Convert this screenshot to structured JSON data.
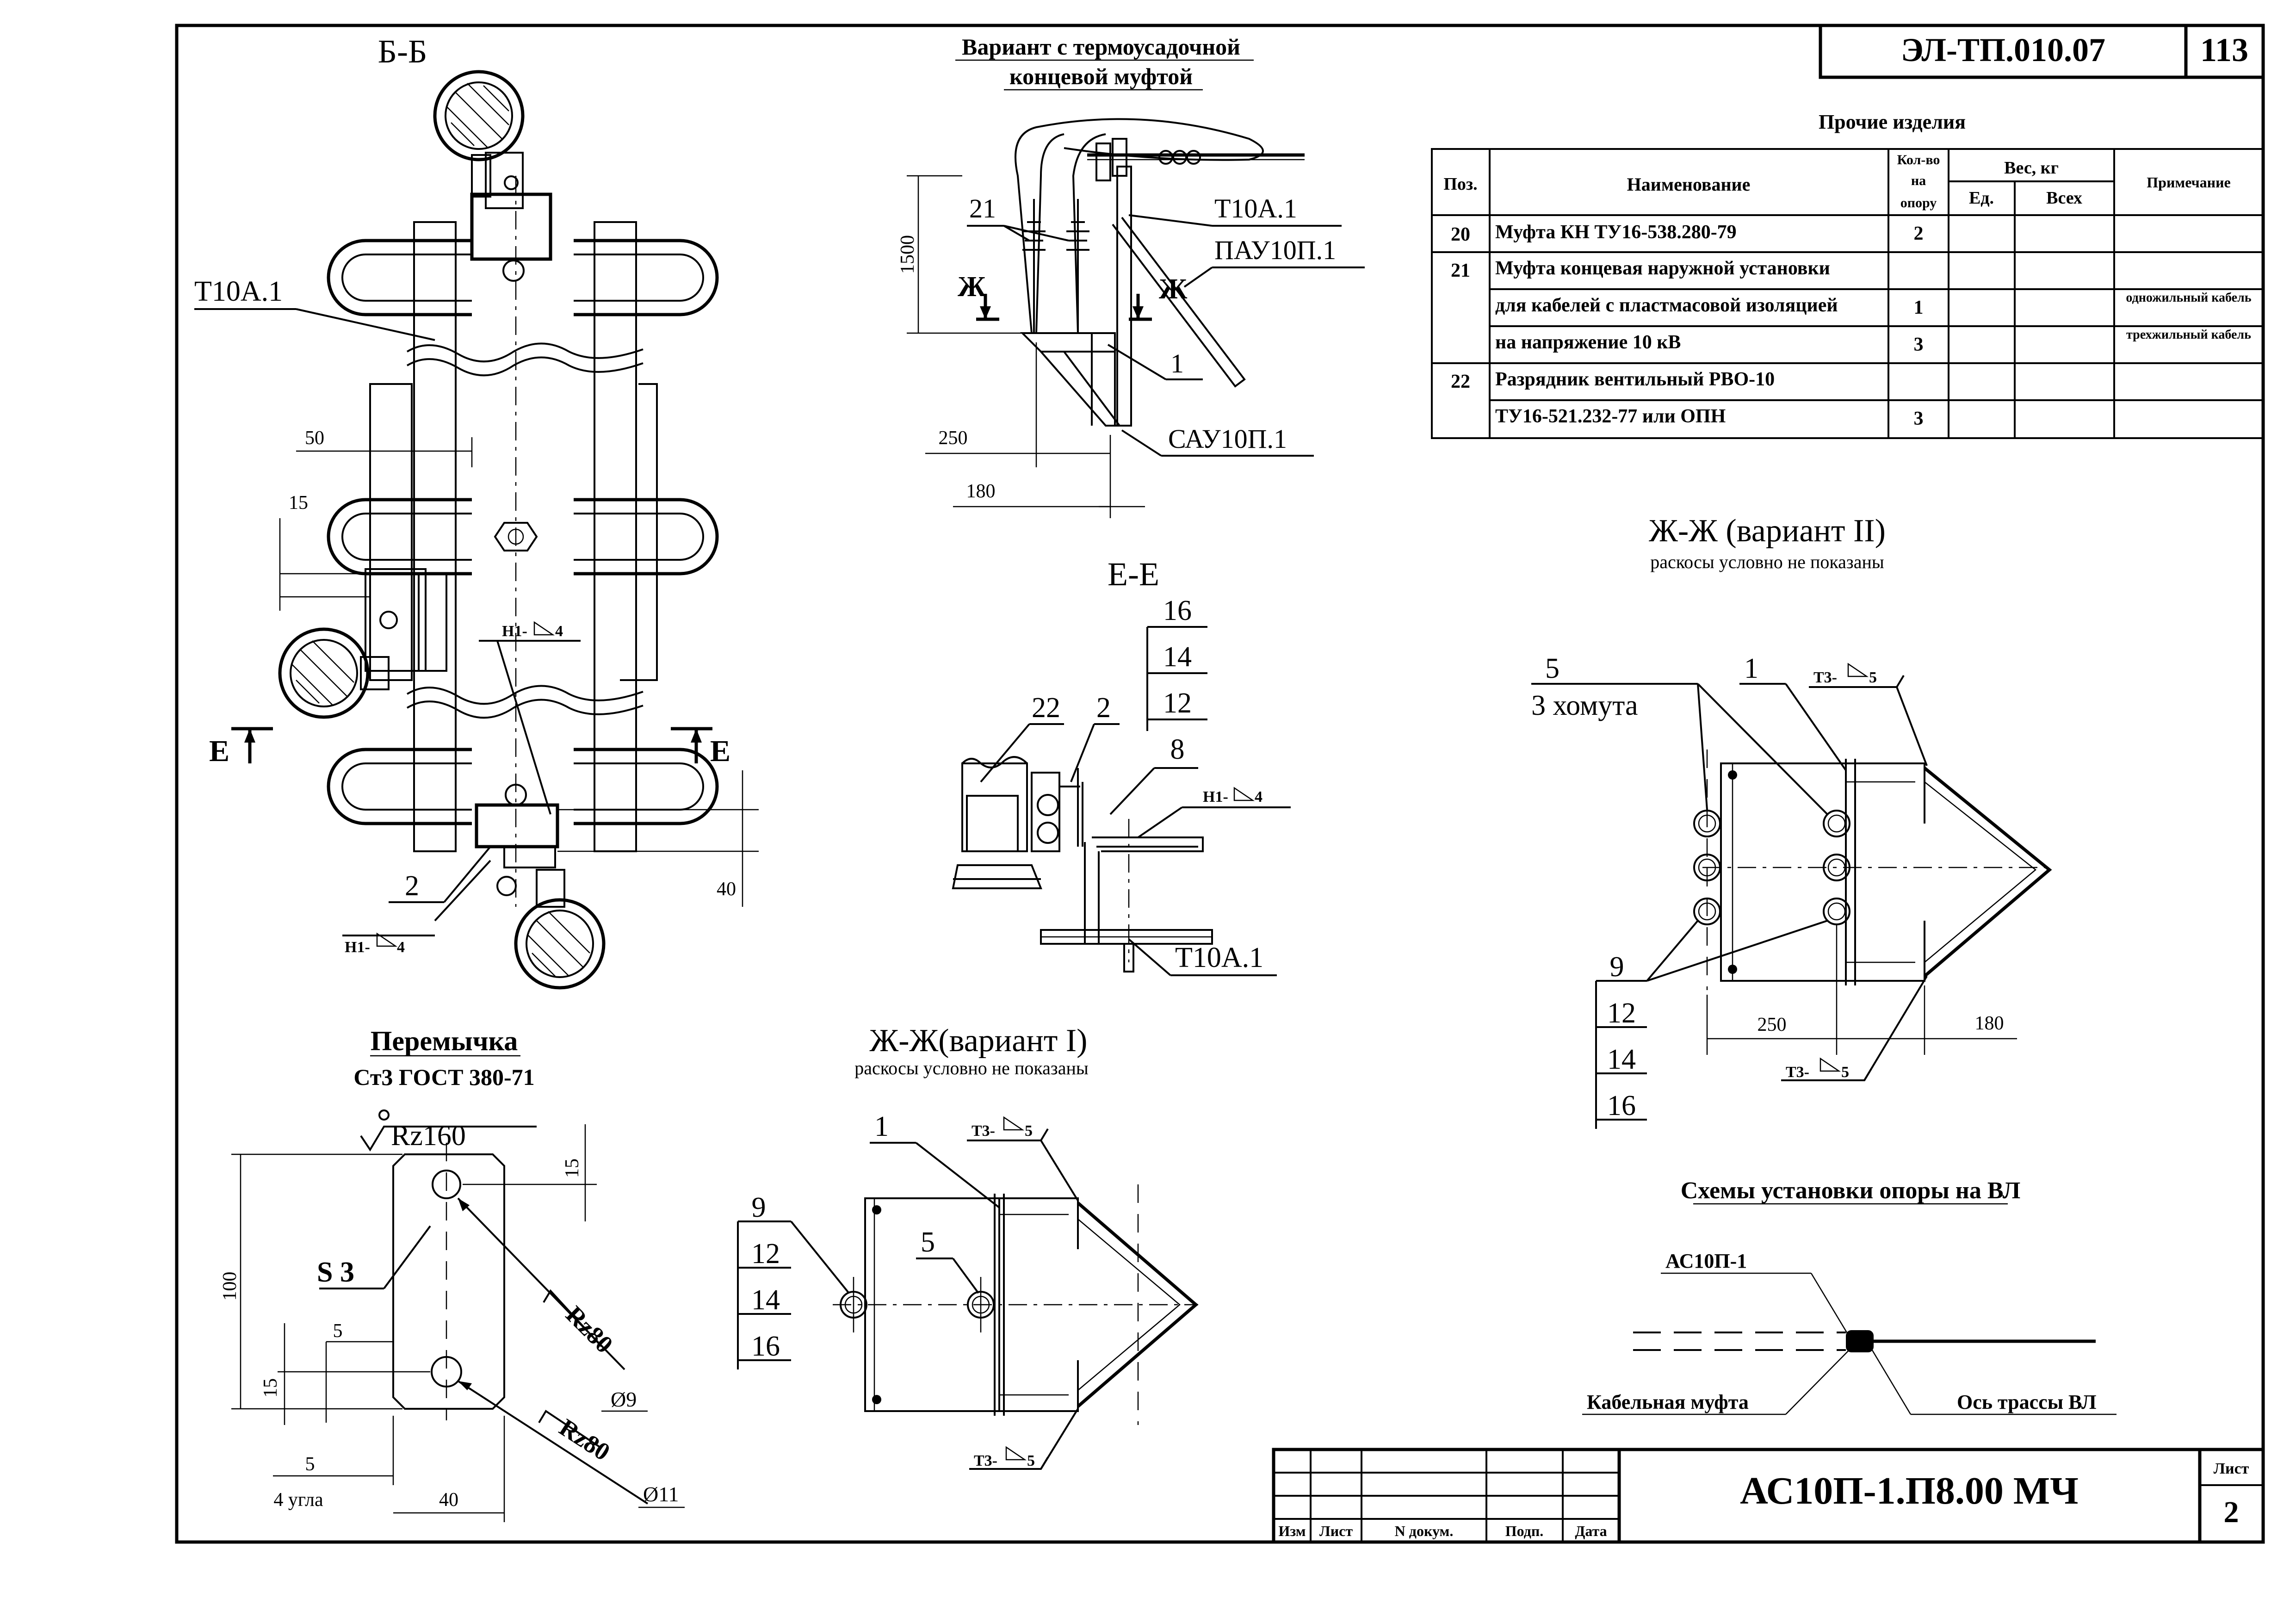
{
  "stamp": {
    "doc_code": "ЭЛ-ТП.010.07",
    "page_number": "113"
  },
  "title_block": {
    "designation": "АС10П-1.П8.00 МЧ",
    "sheet_label": "Лист",
    "sheet_number": "2",
    "col_izm": "Изм",
    "col_list": "Лист",
    "col_ndoc": "N докум.",
    "col_podp": "Подп.",
    "col_data": "Дата"
  },
  "spec_table": {
    "title": "Прочие изделия",
    "headers": {
      "pos": "Поз.",
      "name": "Наименование",
      "qty_line1": "Кол-во",
      "qty_line2": "на",
      "qty_line3": "опору",
      "weight": "Вес, кг",
      "unit": "Ед.",
      "total": "Всех",
      "note": "Примечание"
    },
    "rows": [
      {
        "pos": "20",
        "name": "Муфта КН ТУ16-538.280-79",
        "qty": "2",
        "note": ""
      },
      {
        "pos": "21",
        "name": "Муфта концевая наружной установки",
        "qty": "",
        "note": ""
      },
      {
        "pos": "",
        "name": "для кабелей с пластмасовой изоляцией",
        "qty": "1",
        "note": "одножильный кабель"
      },
      {
        "pos": "",
        "name": "на напряжение 10 кВ",
        "qty": "3",
        "note": "трехжильный кабель"
      },
      {
        "pos": "22",
        "name": "Разрядник вентильный РВО-10",
        "qty": "",
        "note": ""
      },
      {
        "pos": "",
        "name": "ТУ16-521.232-77 или ОПН",
        "qty": "3",
        "note": ""
      }
    ]
  },
  "view_bb": {
    "title": "Б-Б",
    "label_t10a1": "Т10А.1",
    "dim_50": "50",
    "dim_15": "15",
    "dim_40": "40",
    "label_h1": "Н1-",
    "weld_4": "4",
    "label_2": "2",
    "cut_e_left": "Е",
    "cut_e_right": "Е"
  },
  "view_thermo": {
    "title_line1": "Вариант с термоусадочной",
    "title_line2": "концевой муфтой",
    "label_21": "21",
    "label_t10a1": "Т10А.1",
    "label_pau": "ПАУ10П.1",
    "label_1": "1",
    "label_sau": "САУ10П.1",
    "dim_1500": "1500",
    "dim_250": "250",
    "dim_180": "180",
    "cut_zh_left": "Ж",
    "cut_zh_right": "Ж"
  },
  "view_ee": {
    "title": "Е-Е",
    "labels": [
      "16",
      "14",
      "12",
      "8"
    ],
    "label_22": "22",
    "label_2": "2",
    "label_h1": "Н1-",
    "weld_4": "4",
    "label_t10a1": "Т10А.1"
  },
  "view_zh2": {
    "title": "Ж-Ж (вариант II)",
    "subtitle": "раскосы условно не показаны",
    "label_5": "5",
    "label_3clamps": "3 хомута",
    "label_1": "1",
    "label_t3_top": "Т3-",
    "label_t3_bottom": "Т3-",
    "weld_5": "5",
    "stack": [
      "9",
      "12",
      "14",
      "16"
    ],
    "dim_250": "250",
    "dim_180": "180"
  },
  "view_zh1": {
    "title": "Ж-Ж(вариант I)",
    "subtitle": "раскосы условно не показаны",
    "label_1": "1",
    "label_5": "5",
    "label_t3_top": "Т3-",
    "label_t3_bottom": "Т3-",
    "weld_5": "5",
    "stack": [
      "9",
      "12",
      "14",
      "16"
    ]
  },
  "jumper": {
    "title": "Перемычка",
    "material": "Ст3 ГОСТ 380-71",
    "rz160": "Rz160",
    "rz80a": "Rz80",
    "rz80b": "Rz80",
    "s3": "S 3",
    "d9": "Ø9",
    "d11": "Ø11",
    "dim_100": "100",
    "dim_15a": "15",
    "dim_15b": "15",
    "dim_5a": "5",
    "dim_5b": "5",
    "dim_40": "40",
    "corners": "4 угла"
  },
  "scheme": {
    "title": "Схемы установки опоры на ВЛ",
    "label_support": "АС10П-1",
    "label_joint": "Кабельная  муфта",
    "label_axis": "Ось трассы ВЛ"
  }
}
